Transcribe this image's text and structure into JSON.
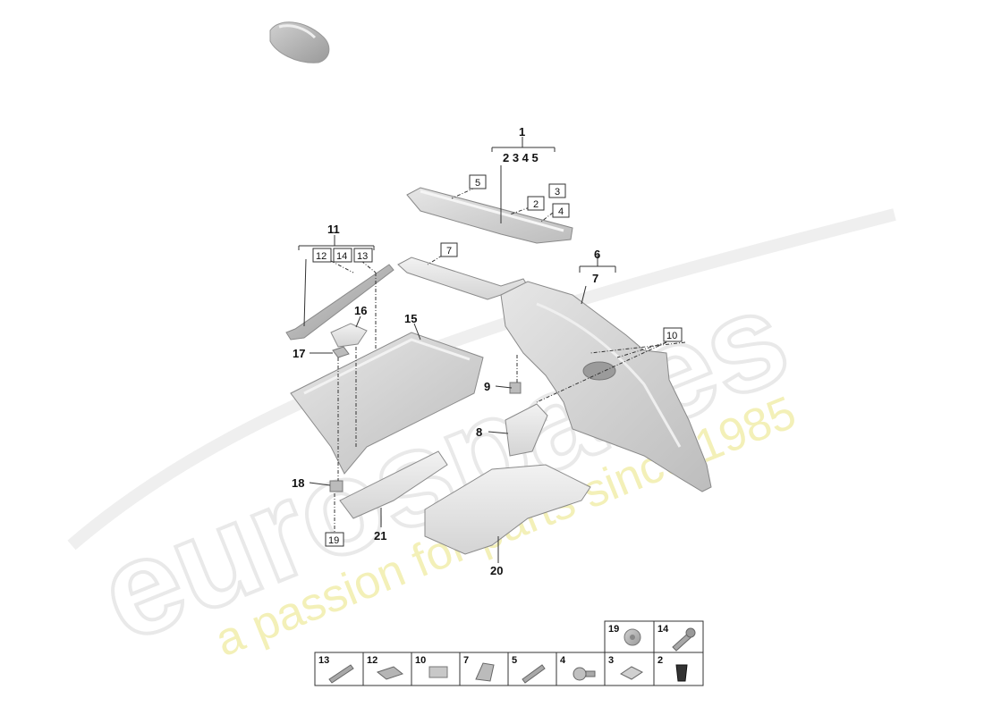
{
  "watermark": {
    "brand": "eurospares",
    "tagline": "a passion for parts since 1985"
  },
  "callouts": {
    "c1": "1",
    "c1_sub": "2 3 4 5",
    "c6": "6",
    "c7": "7",
    "c8": "8",
    "c9": "9",
    "c11": "11",
    "c15": "15",
    "c16": "16",
    "c17": "17",
    "c18": "18",
    "c20": "20",
    "c21": "21"
  },
  "boxed_refs": {
    "b5": "5",
    "b2": "2",
    "b3": "3",
    "b4": "4",
    "b7": "7",
    "b12": "12",
    "b14": "14",
    "b13": "13",
    "b10": "10",
    "b19": "19"
  },
  "hardware_table": {
    "top_row": [
      "19",
      "14"
    ],
    "bottom_row": [
      "13",
      "12",
      "10",
      "7",
      "5",
      "4",
      "3",
      "2"
    ]
  }
}
